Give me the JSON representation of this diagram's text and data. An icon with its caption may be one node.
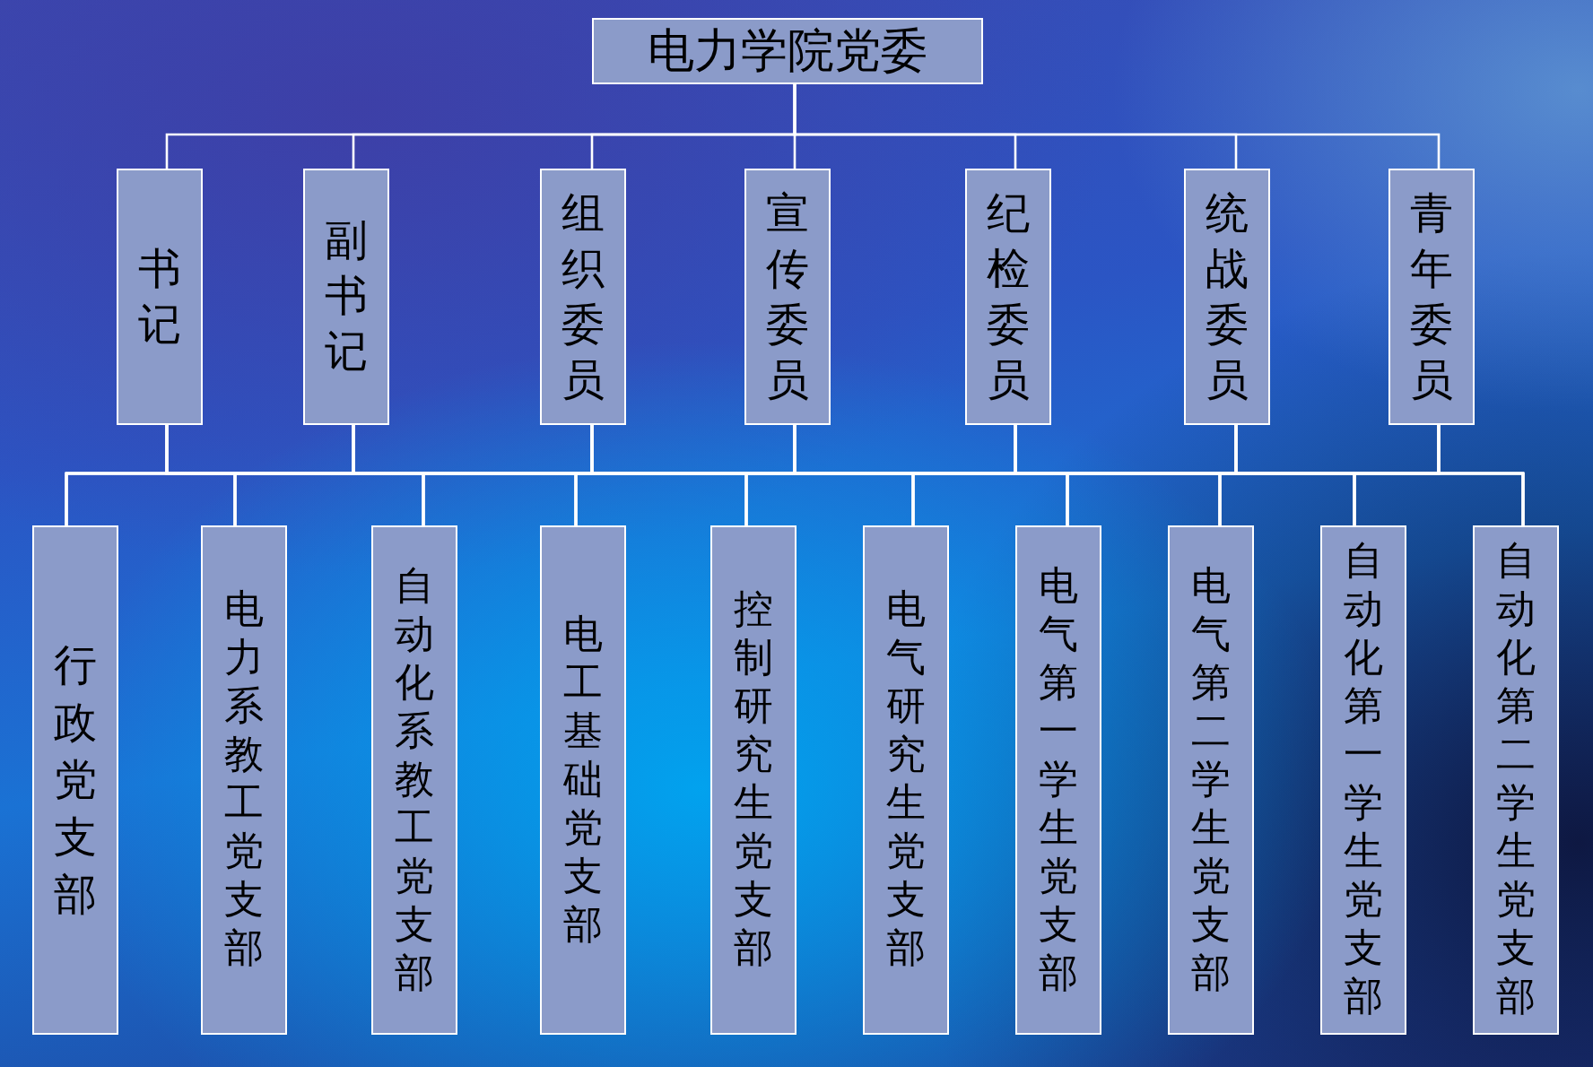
{
  "diagram": {
    "nodes": [
      {
        "text": [
          "电力学院党委"
        ]
      },
      {
        "text": [
          "书记"
        ]
      },
      {
        "text": [
          "副书记"
        ]
      },
      {
        "text": [
          "组织委员"
        ]
      },
      {
        "text": [
          "宣传委员"
        ]
      },
      {
        "text": [
          "纪检委员"
        ]
      },
      {
        "text": [
          "统战委员"
        ]
      },
      {
        "text": [
          "青年委员"
        ]
      },
      {
        "text": [
          "行政党支部"
        ]
      },
      {
        "text": [
          "电力系教工党支部"
        ]
      },
      {
        "text": [
          "自动化系教工党支部"
        ]
      },
      {
        "text": [
          "电工基础党支部"
        ]
      },
      {
        "text": [
          "控制研究生党支部"
        ]
      },
      {
        "text": [
          "电气研究生党支部"
        ]
      },
      {
        "text": [
          "电气第一学生党支部"
        ]
      },
      {
        "text": [
          "电气第二学生党支部"
        ]
      },
      {
        "text": [
          "自动化第一学生党支部"
        ]
      },
      {
        "text": [
          "自动化第二学生党支部"
        ]
      }
    ],
    "edges": [
      {
        "from": 0,
        "to": 1,
        "arrow": "none"
      },
      {
        "from": 0,
        "to": 2,
        "arrow": "none"
      },
      {
        "from": 0,
        "to": 3,
        "arrow": "none"
      },
      {
        "from": 0,
        "to": 4,
        "arrow": "none"
      },
      {
        "from": 0,
        "to": 5,
        "arrow": "none"
      },
      {
        "from": 0,
        "to": 6,
        "arrow": "none"
      },
      {
        "from": 0,
        "to": 7,
        "arrow": "none"
      },
      {
        "from": 1,
        "to": 8,
        "arrow": "none"
      },
      {
        "from": 1,
        "to": 9,
        "arrow": "none"
      },
      {
        "from": 1,
        "to": 10,
        "arrow": "none"
      },
      {
        "from": 1,
        "to": 11,
        "arrow": "none"
      },
      {
        "from": 1,
        "to": 12,
        "arrow": "none"
      },
      {
        "from": 1,
        "to": 13,
        "arrow": "none"
      },
      {
        "from": 1,
        "to": 14,
        "arrow": "none"
      },
      {
        "from": 1,
        "to": 15,
        "arrow": "none"
      },
      {
        "from": 1,
        "to": 16,
        "arrow": "none"
      },
      {
        "from": 1,
        "to": 17,
        "arrow": "none"
      },
      {
        "from": 2,
        "to": 8,
        "arrow": "none"
      },
      {
        "from": 2,
        "to": 9,
        "arrow": "none"
      },
      {
        "from": 2,
        "to": 10,
        "arrow": "none"
      },
      {
        "from": 2,
        "to": 11,
        "arrow": "none"
      },
      {
        "from": 2,
        "to": 12,
        "arrow": "none"
      },
      {
        "from": 2,
        "to": 13,
        "arrow": "none"
      },
      {
        "from": 2,
        "to": 14,
        "arrow": "none"
      },
      {
        "from": 2,
        "to": 15,
        "arrow": "none"
      },
      {
        "from": 2,
        "to": 16,
        "arrow": "none"
      },
      {
        "from": 2,
        "to": 17,
        "arrow": "none"
      },
      {
        "from": 3,
        "to": 8,
        "arrow": "none"
      },
      {
        "from": 3,
        "to": 9,
        "arrow": "none"
      },
      {
        "from": 3,
        "to": 10,
        "arrow": "none"
      },
      {
        "from": 3,
        "to": 11,
        "arrow": "none"
      },
      {
        "from": 3,
        "to": 12,
        "arrow": "none"
      },
      {
        "from": 3,
        "to": 13,
        "arrow": "none"
      },
      {
        "from": 3,
        "to": 14,
        "arrow": "none"
      },
      {
        "from": 3,
        "to": 15,
        "arrow": "none"
      },
      {
        "from": 3,
        "to": 16,
        "arrow": "none"
      },
      {
        "from": 3,
        "to": 17,
        "arrow": "none"
      },
      {
        "from": 4,
        "to": 8,
        "arrow": "none"
      },
      {
        "from": 4,
        "to": 9,
        "arrow": "none"
      },
      {
        "from": 4,
        "to": 10,
        "arrow": "none"
      },
      {
        "from": 4,
        "to": 11,
        "arrow": "none"
      },
      {
        "from": 4,
        "to": 12,
        "arrow": "none"
      },
      {
        "from": 4,
        "to": 13,
        "arrow": "none"
      },
      {
        "from": 4,
        "to": 14,
        "arrow": "none"
      },
      {
        "from": 4,
        "to": 15,
        "arrow": "none"
      },
      {
        "from": 4,
        "to": 16,
        "arrow": "none"
      },
      {
        "from": 4,
        "to": 17,
        "arrow": "none"
      },
      {
        "from": 5,
        "to": 8,
        "arrow": "none"
      },
      {
        "from": 5,
        "to": 9,
        "arrow": "none"
      },
      {
        "from": 5,
        "to": 10,
        "arrow": "none"
      },
      {
        "from": 5,
        "to": 11,
        "arrow": "none"
      },
      {
        "from": 5,
        "to": 12,
        "arrow": "none"
      },
      {
        "from": 5,
        "to": 13,
        "arrow": "none"
      },
      {
        "from": 5,
        "to": 14,
        "arrow": "none"
      },
      {
        "from": 5,
        "to": 15,
        "arrow": "none"
      },
      {
        "from": 5,
        "to": 16,
        "arrow": "none"
      },
      {
        "from": 5,
        "to": 17,
        "arrow": "none"
      },
      {
        "from": 6,
        "to": 8,
        "arrow": "none"
      },
      {
        "from": 6,
        "to": 9,
        "arrow": "none"
      },
      {
        "from": 6,
        "to": 10,
        "arrow": "none"
      },
      {
        "from": 6,
        "to": 11,
        "arrow": "none"
      },
      {
        "from": 6,
        "to": 12,
        "arrow": "none"
      },
      {
        "from": 6,
        "to": 13,
        "arrow": "none"
      },
      {
        "from": 6,
        "to": 14,
        "arrow": "none"
      },
      {
        "from": 6,
        "to": 15,
        "arrow": "none"
      },
      {
        "from": 6,
        "to": 16,
        "arrow": "none"
      },
      {
        "from": 6,
        "to": 17,
        "arrow": "none"
      },
      {
        "from": 7,
        "to": 8,
        "arrow": "none"
      },
      {
        "from": 7,
        "to": 9,
        "arrow": "none"
      },
      {
        "from": 7,
        "to": 10,
        "arrow": "none"
      },
      {
        "from": 7,
        "to": 11,
        "arrow": "none"
      },
      {
        "from": 7,
        "to": 12,
        "arrow": "none"
      },
      {
        "from": 7,
        "to": 13,
        "arrow": "none"
      },
      {
        "from": 7,
        "to": 14,
        "arrow": "none"
      },
      {
        "from": 7,
        "to": 15,
        "arrow": "none"
      },
      {
        "from": 7,
        "to": 16,
        "arrow": "none"
      },
      {
        "from": 7,
        "to": 17,
        "arrow": "none"
      }
    ]
  }
}
